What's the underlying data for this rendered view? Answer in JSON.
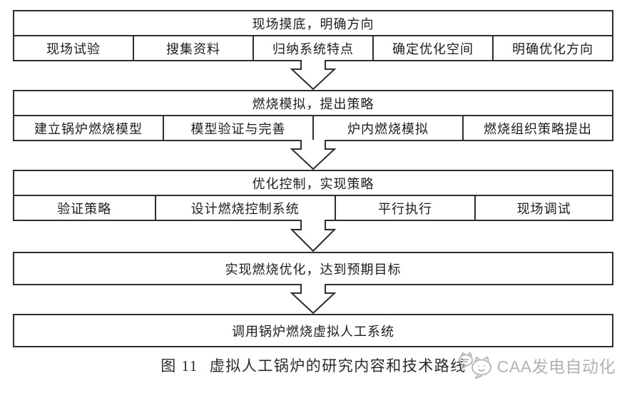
{
  "flow": {
    "stages": [
      {
        "title": "现场摸底，明确方向",
        "items": [
          "现场试验",
          "搜集资料",
          "归纳系统特点",
          "确定优化空间",
          "明确优化方向"
        ]
      },
      {
        "title": "燃烧模拟，提出策略",
        "items": [
          "建立锅炉燃烧模型",
          "模型验证与完善",
          "炉内燃烧模拟",
          "燃烧组织策略提出"
        ]
      },
      {
        "title": "优化控制，实现策略",
        "items": [
          "验证策略",
          "设计燃烧控制系统",
          "平行执行",
          "现场调试"
        ]
      },
      {
        "title": "实现燃烧优化，达到预期目标",
        "items": []
      },
      {
        "title": "调用锅炉燃烧虚拟人工系统",
        "items": []
      }
    ]
  },
  "caption": {
    "figure_label": "图 11",
    "title": "虚拟人工锅炉的研究内容和技术路线"
  },
  "watermark": {
    "text": "CAA发电自动化",
    "logo": "caa-cat-chat-logo"
  },
  "colors": {
    "border": "#2e2e2e",
    "text": "#1c1c1c",
    "watermark_gray": "#b2b2b2",
    "background": "#ffffff"
  }
}
